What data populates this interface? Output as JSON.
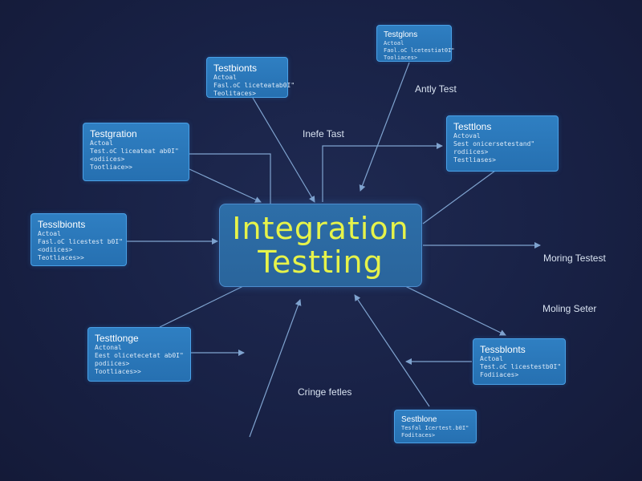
{
  "center": {
    "line1": "Integration",
    "line2": "Testting"
  },
  "nodes": [
    {
      "id": "n1",
      "title": "Testbionts",
      "lines": [
        "Actoal",
        "Fasl.oC liceteatab0I\"",
        "Teolitaces>"
      ]
    },
    {
      "id": "n2",
      "title": "Testgration",
      "lines": [
        "Actoal",
        "Test.oC liceateat ab0I\"",
        "<odiices>",
        "Tootliace>>"
      ]
    },
    {
      "id": "n3",
      "title": "Tesslbionts",
      "lines": [
        "Actoal",
        "Fasl.oC licestest b0I\"",
        "<odiices>",
        "Teotliaces>>"
      ]
    },
    {
      "id": "n4",
      "title": "Testtlonge",
      "lines": [
        "Actonal",
        "Eest olicetecetat ab0I\"",
        "podiices>",
        "Tootliaces>>"
      ]
    },
    {
      "id": "n5",
      "title": "Testglons",
      "lines": [
        "Actoal",
        "Faol.oC lcetestiat0I\"",
        "Tooliaces>"
      ]
    },
    {
      "id": "n6",
      "title": "Testtlons",
      "lines": [
        "Actoval",
        "Sest onicersetestand\"",
        "rodiices>",
        "Testliases>"
      ]
    },
    {
      "id": "n7",
      "title": "Tessblonts",
      "lines": [
        "Actoal",
        "Test.oC licestestb0I\"",
        "Fodiiaces>"
      ]
    },
    {
      "id": "n8",
      "title": "Sestblone",
      "lines": [
        "Tesfal Icertest.b0I\"",
        "Foditaces>"
      ]
    }
  ],
  "labels": {
    "top_right": "Antly Test",
    "top_center": "Inefe Tast",
    "right_1": "Moring Testest",
    "right_2": "Moling Seter",
    "bottom": "Cringe fetles"
  },
  "colors": {
    "background": "#182145",
    "node_fill": "#2a74b6",
    "node_border": "#4aa0e6",
    "center_text": "#e6f34a",
    "connector": "#7fa3cf"
  }
}
